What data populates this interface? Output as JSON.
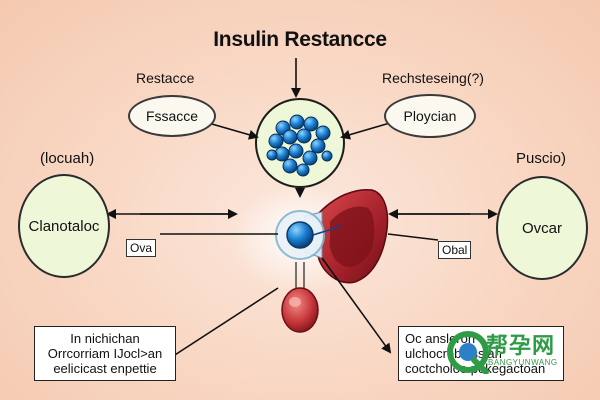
{
  "title": "Insulin Restancce",
  "top_left_label": "Restacce",
  "top_right_label": "Rechsteseing(?)",
  "top_left_blob": "Fssacce",
  "top_right_blob": "Ploycian",
  "left_heading": "(locuah)",
  "right_heading": "Puscio)",
  "left_circle": "Clanotaloc",
  "right_circle": "Ovcar",
  "left_tag": "Ova",
  "right_tag": "Obal",
  "bottom_left_box": {
    "lines": [
      "In nichichan",
      "Orrcorriam IJocl>an",
      "eelicicast enpettie"
    ]
  },
  "bottom_right_box": {
    "lines": [
      "Oc ansleron",
      "ulchocroblassian",
      "coctcholoe pokegactoan"
    ]
  },
  "watermark": {
    "main": "帮孕网",
    "sub": "BANGYUNWANG"
  },
  "colors": {
    "background": "#f9d9c6",
    "cell_blue": "#1e88d8",
    "vessel_red": "#b3272d",
    "circle_fill": "#eef7d8",
    "watermark_green": "#2e9b46"
  }
}
